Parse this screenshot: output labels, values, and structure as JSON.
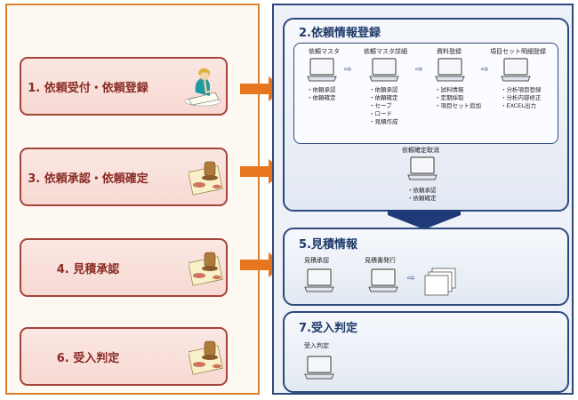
{
  "left_steps": [
    {
      "label": "1. 依頼受付・依頼登録"
    },
    {
      "label": "3. 依頼承認・依頼確定"
    },
    {
      "label": "4. 見積承認"
    },
    {
      "label": "6. 受入判定"
    }
  ],
  "section_2": {
    "title": "2.依頼情報登録",
    "screens": [
      {
        "title": "依頼マスタ",
        "items": [
          "・依頼承認",
          "・依頼確定"
        ]
      },
      {
        "title": "依頼マスタ詳細",
        "items": [
          "・依頼承認",
          "・依頼確定",
          "・セーブ",
          "・ロード",
          "・見積作成"
        ]
      },
      {
        "title": "資料登録",
        "items": [
          "・試料情報",
          "・定期採取",
          "・項目セット追加"
        ]
      },
      {
        "title": "項目セット明細登録",
        "items": [
          "・分析項目登録",
          "・分析内容修正",
          "・EXCEL出力"
        ]
      }
    ],
    "cancel_screen": {
      "title": "依頼確定取消",
      "items": [
        "・依頼承認",
        "・依頼確定"
      ]
    }
  },
  "section_5": {
    "title": "5.見積情報",
    "screens": [
      {
        "title": "見積承認"
      },
      {
        "title": "見積書発行"
      }
    ]
  },
  "section_7": {
    "title": "7.受入判定",
    "screens": [
      {
        "title": "受入判定"
      }
    ]
  },
  "colors": {
    "left_border": "#d9822b",
    "step_border": "#a4443a",
    "step_text": "#8a2a24",
    "right_border": "#2d4a7c",
    "arrow_orange": "#e8761e",
    "arrow_navy": "#1f3a78"
  }
}
